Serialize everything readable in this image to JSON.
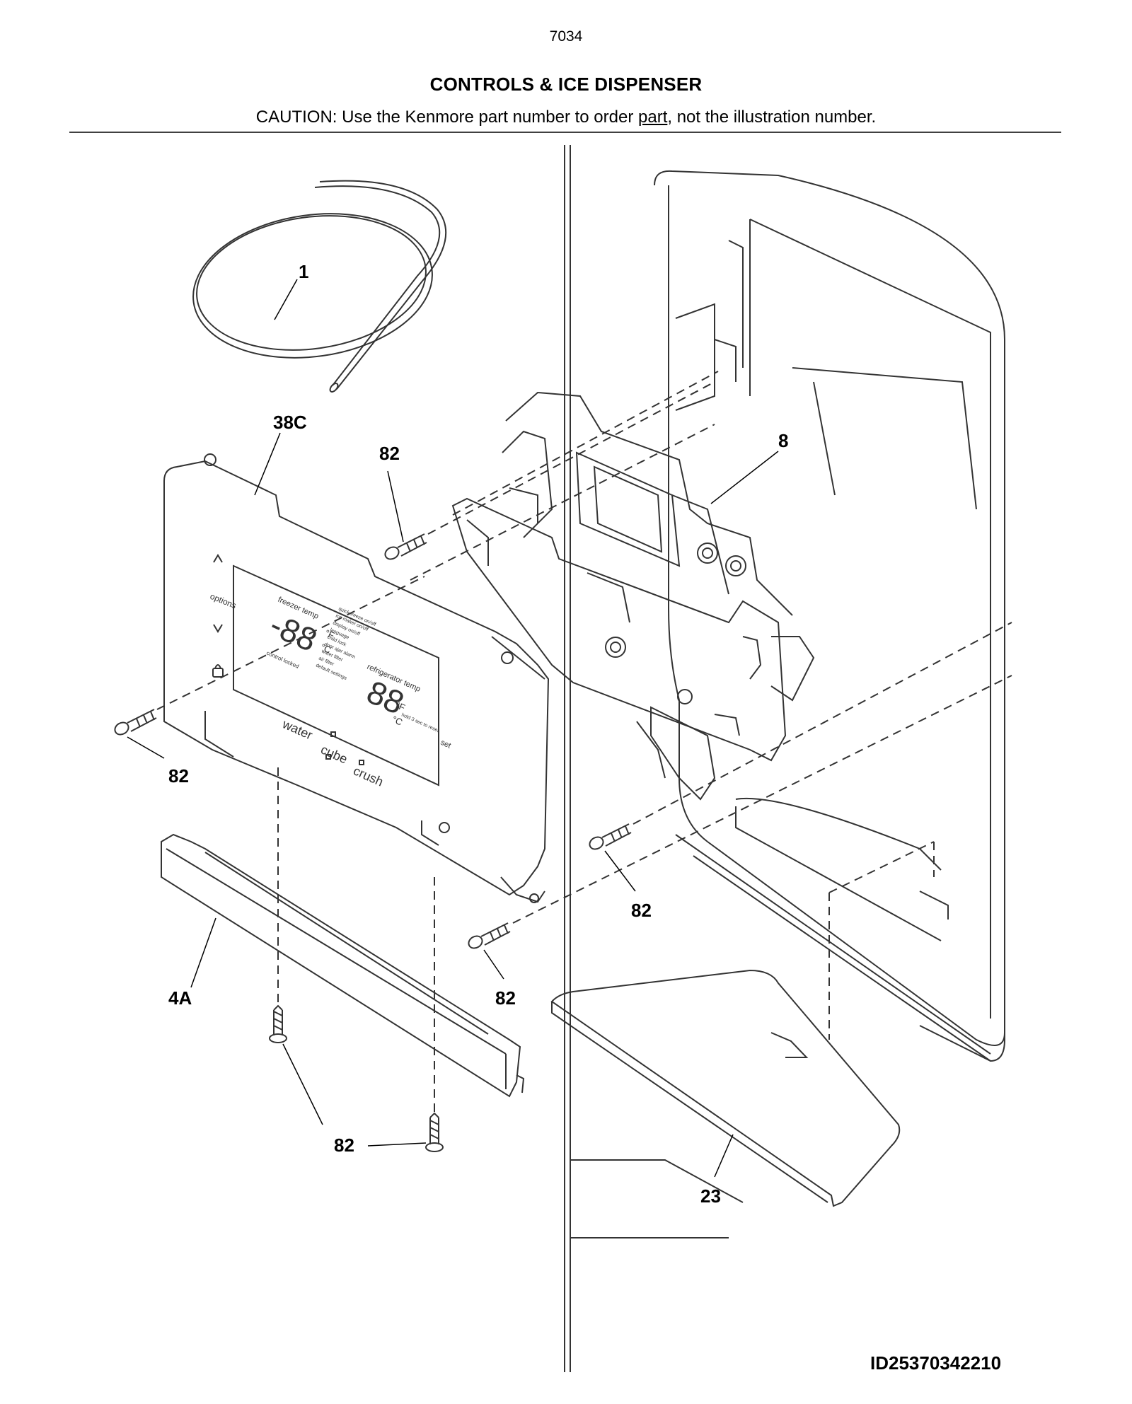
{
  "header": {
    "page_number": "7034",
    "section_title": "CONTROLS & ICE DISPENSER",
    "caution_prefix": "CAUTION: Use the Kenmore part number to order ",
    "caution_link": "part",
    "caution_suffix": ", not the illustration number."
  },
  "callouts": {
    "tubing": "1",
    "control_panel": "38C",
    "dispenser_assembly": "8",
    "screw_upper": "82",
    "screw_left": "82",
    "screw_right": "82",
    "screw_lower_mid": "82",
    "screw_bottom": "82",
    "trim_bar": "4A",
    "drip_tray": "23"
  },
  "panel_labels": {
    "options": "options",
    "freezer_temp": "freezer temp",
    "refrigerator_temp": "refrigerator temp",
    "display_digits": "-88",
    "display_digits_right": "88",
    "unit_f": "°F",
    "unit_c": "°C",
    "control_locked": "control locked",
    "set": "set",
    "water": "water",
    "cube": "cube",
    "crush": "crush",
    "menu_items": [
      "quick freeze on/off",
      "ice maker on/off",
      "display on/off",
      "language",
      "child lock",
      "door ajar alarm",
      "water filter",
      "air filter",
      "default settings"
    ],
    "hold_reset": "hold 3 sec to reset"
  },
  "footer": {
    "image_id": "ID25370342210"
  }
}
